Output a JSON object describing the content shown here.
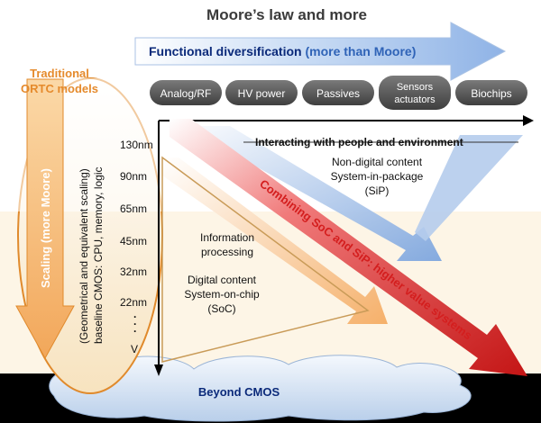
{
  "title": "Moore’s law and more",
  "functional_arrow": {
    "prefix": "Functional diversification ",
    "suffix": "(more than Moore)"
  },
  "traditional": {
    "line1": "Traditional",
    "line2": "ORTC models"
  },
  "categories": [
    "Analog/RF",
    "HV power",
    "Passives",
    "Sensors",
    "actuators",
    "Biochips"
  ],
  "scaling_label": "Scaling (more Moore)",
  "baseline": {
    "line1": "(Geometrical and equivalent scaling)",
    "line2": "baseline CMOS: CPU, memory, logic"
  },
  "nodes": [
    "130nm",
    "90nm",
    "65nm",
    "45nm",
    "32nm",
    "22nm"
  ],
  "continuation": {
    "dots": "·\n·\n·",
    "v": "V"
  },
  "interacting": "Interacting with people and environment",
  "sip": {
    "line1": "Non-digital content",
    "line2": "System-in-package",
    "line3": "(SiP)"
  },
  "info": {
    "line1": "Information",
    "line2": "processing"
  },
  "soc": {
    "line1": "Digital content",
    "line2": "System-on-chip",
    "line3": "(SoC)"
  },
  "combining": "Combining SoC and SiP: higher value systems",
  "beyond": "Beyond CMOS",
  "colors": {
    "background": "#000000",
    "title": "#3a3a3a",
    "blue_arrow": "#2f63b7",
    "navy_text": "#0b2a7a",
    "orange": "#e58a2c",
    "red": "#d41e1e",
    "cream": "#fbf1de",
    "pill": "#5a5a5a"
  }
}
